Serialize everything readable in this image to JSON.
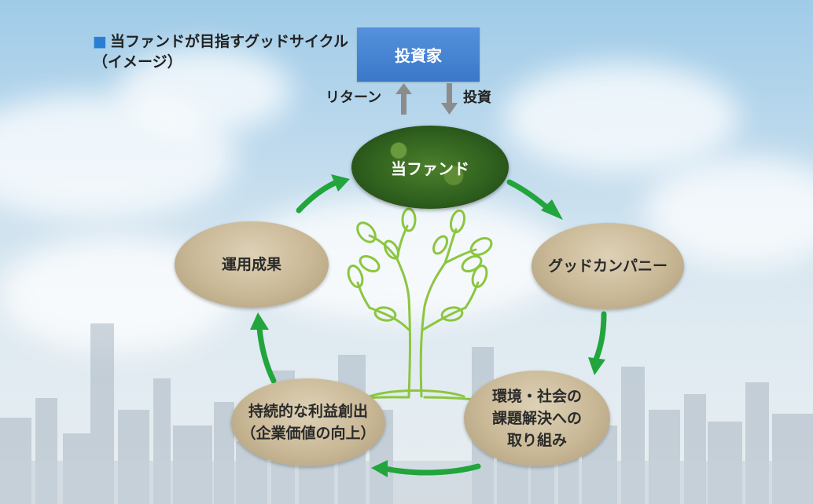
{
  "heading": {
    "title": "当ファンドが目指すグッドサイクル",
    "subtitle": "（イメージ）"
  },
  "investor": {
    "label": "投資家"
  },
  "flows": {
    "return_label": "リターン",
    "investment_label": "投資"
  },
  "cycle": {
    "center": "当ファンド",
    "nodes": [
      {
        "id": "good-company",
        "lines": [
          "グッドカンパニー"
        ]
      },
      {
        "id": "env-social",
        "lines": [
          "環境・社会の",
          "課題解決への",
          "取り組み"
        ]
      },
      {
        "id": "profit",
        "lines": [
          "持続的な利益創出",
          "（企業価値の向上）"
        ]
      },
      {
        "id": "results",
        "lines": [
          "運用成果"
        ]
      }
    ]
  },
  "colors": {
    "accent_blue": "#3a78c8",
    "cycle_arrow_green": "#22a53c",
    "tree_green": "#8cc63f",
    "node_beige": "#c9b896"
  }
}
